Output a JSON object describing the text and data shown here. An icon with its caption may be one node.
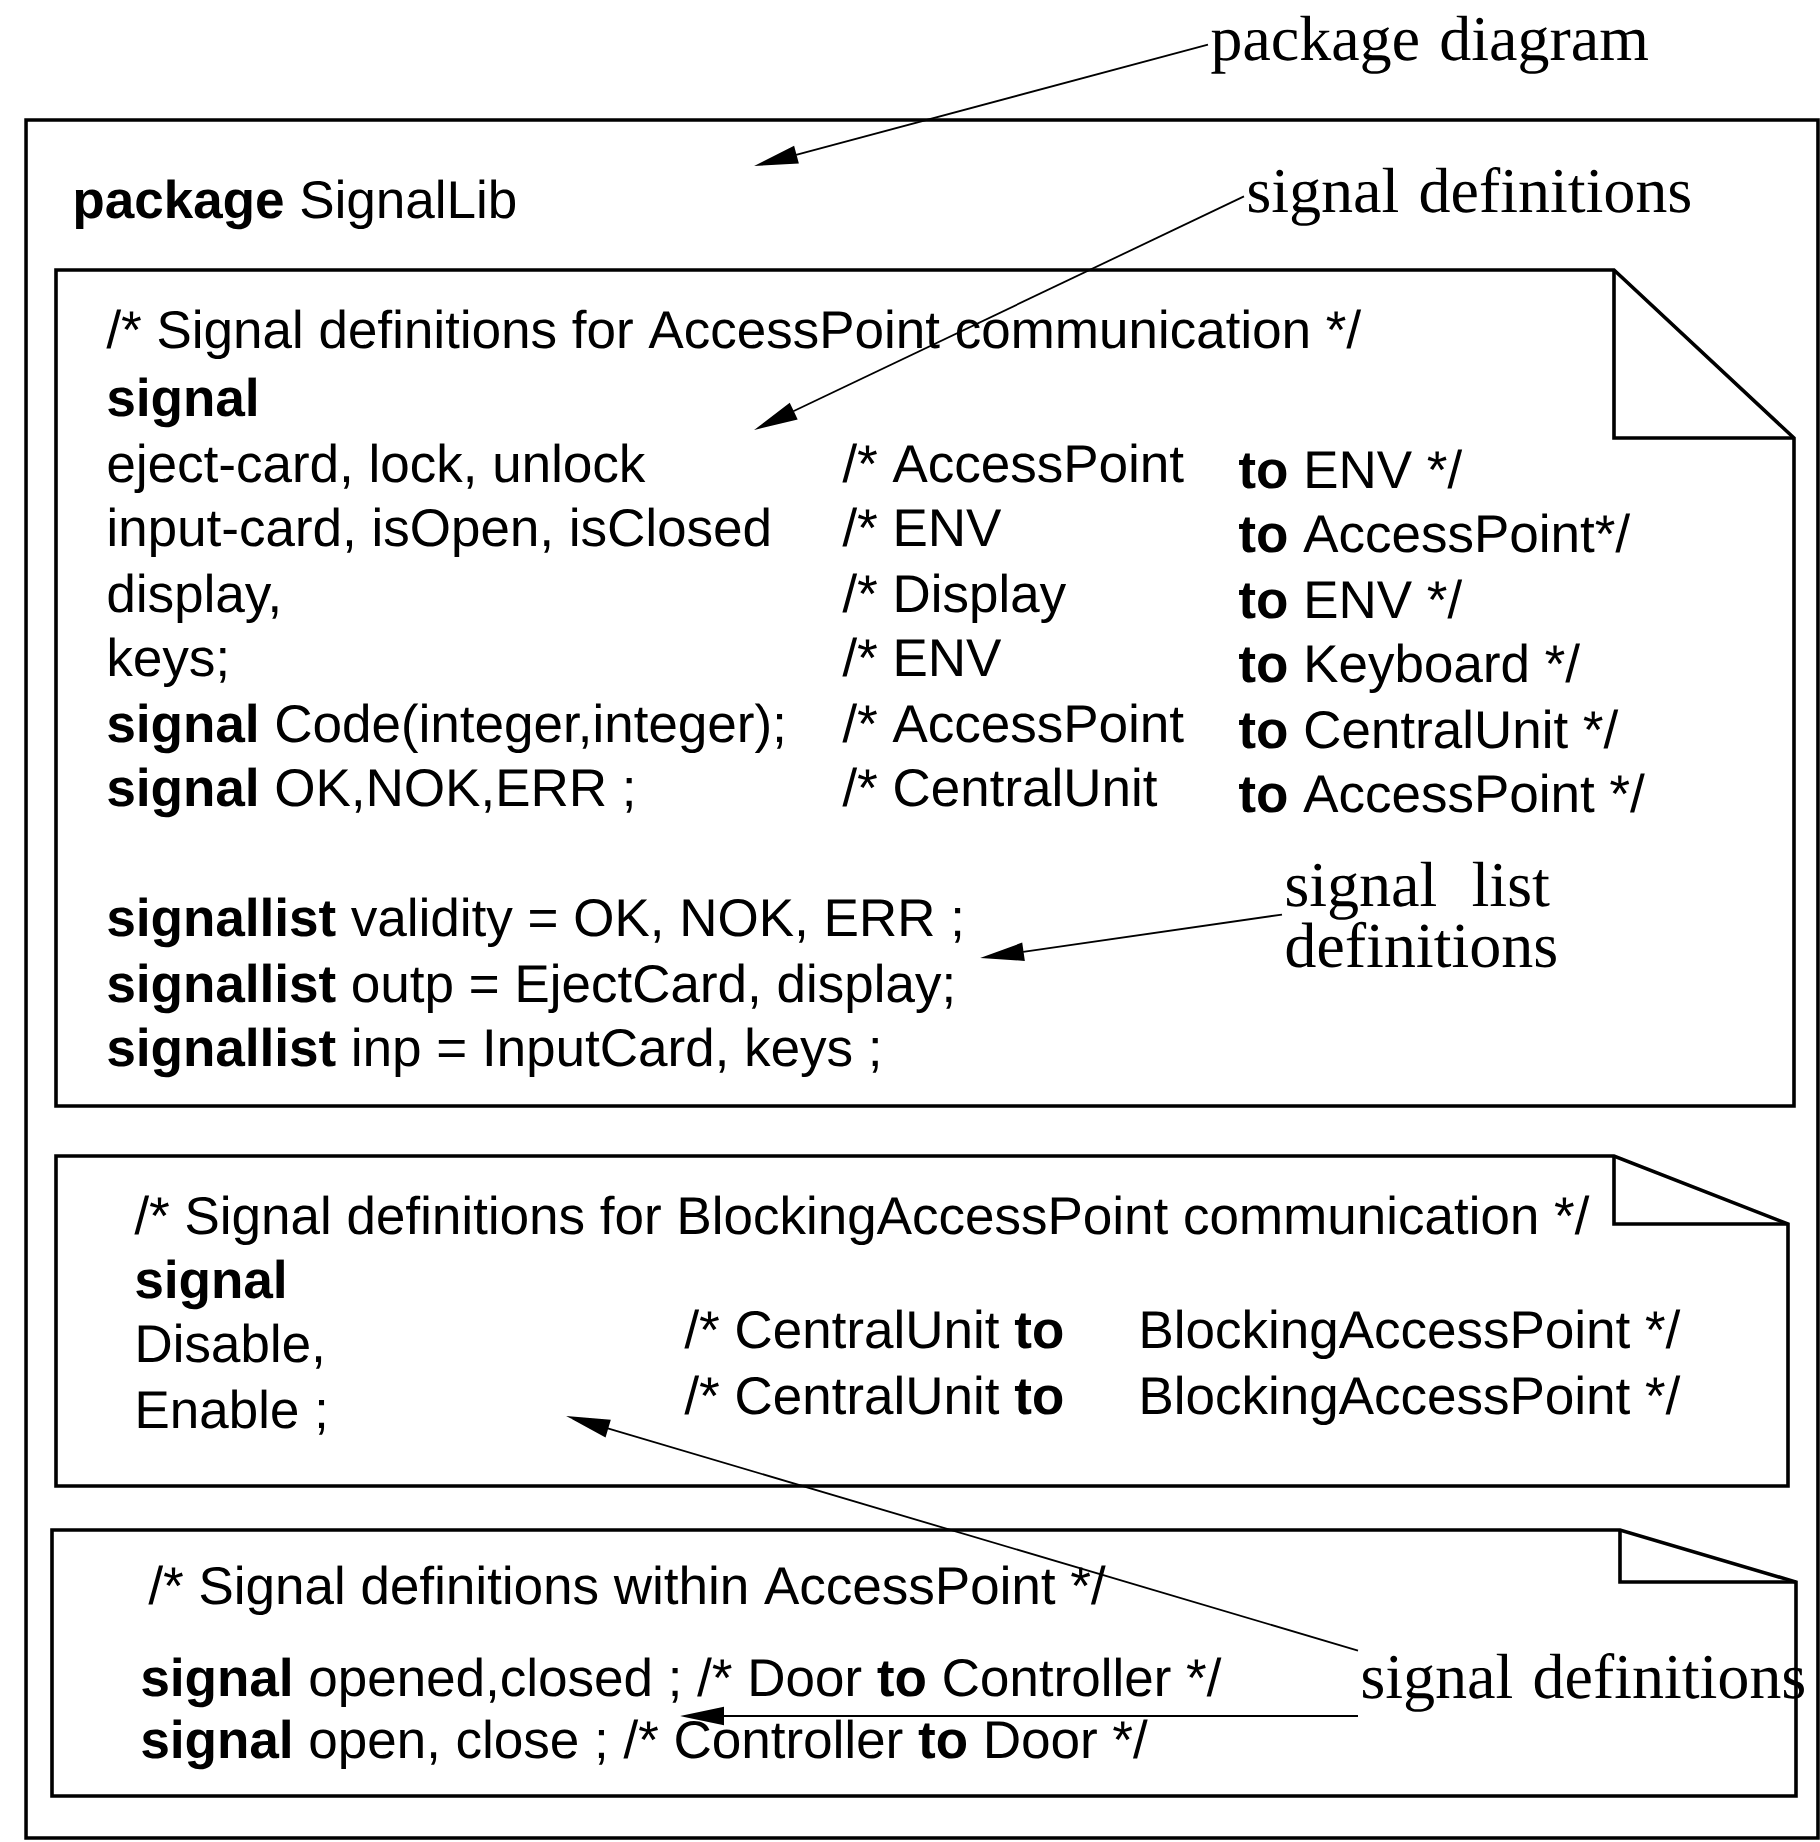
{
  "diagram": {
    "nodes": [
      {
        "text": [
          "**package** SignalLib"
        ]
      },
      {
        "text": [
          "/* Signal definitions for AccessPoint communication */",
          "signal",
          "eject-card, lock, unlock",
          "/* AccessPoint",
          "**to** ENV */",
          "input-card, isOpen, isClosed",
          "/* ENV",
          "**to** AccessPoint*/",
          "display,",
          "/* Display",
          "**to** ENV */",
          "keys;",
          "/* ENV",
          "**to** Keyboard */",
          "**signal** Code(integer,integer);",
          "/* AccessPoint",
          "**to** CentralUnit */",
          "**signal** OK,NOK,ERR ;",
          "/* CentralUnit",
          "**to** AccessPoint */",
          "**signallist** validity = OK, NOK, ERR ;",
          "**signallist** outp = EjectCard, display;",
          "**signallist** inp = InputCard, keys ;"
        ],
        "in": 0
      },
      {
        "text": [
          "/* Signal definitions for BlockingAccessPoint communication */",
          "signal",
          "Disable,",
          "/* CentralUnit **to**",
          "BlockingAccessPoint */",
          "Enable ;",
          "/* CentralUnit **to**",
          "BlockingAccessPoint */"
        ],
        "in": 0
      },
      {
        "text": [
          "/* Signal definitions within AccessPoint */",
          "**signal** opened,closed ; /* Door **to** Controller */",
          "**signal** open, close ; /* Controller **to** Door */"
        ],
        "in": 0
      },
      {
        "text": [
          "package diagram"
        ]
      },
      {
        "text": [
          "signal definitions"
        ],
        "in": 0
      },
      {
        "text": [
          "signal list definitions"
        ],
        "in": 1
      },
      {
        "text": [
          "signal definitions"
        ],
        "in": 3
      }
    ],
    "edges": [
      {
        "from": 4,
        "to": 0,
        "arrow": "to"
      },
      {
        "from": 5,
        "to": 1,
        "arrow": "to"
      },
      {
        "from": 6,
        "to": 1,
        "arrow": "to"
      },
      {
        "from": 7,
        "to": 2,
        "arrow": "to"
      },
      {
        "from": 7,
        "to": 3,
        "arrow": "to"
      }
    ]
  }
}
